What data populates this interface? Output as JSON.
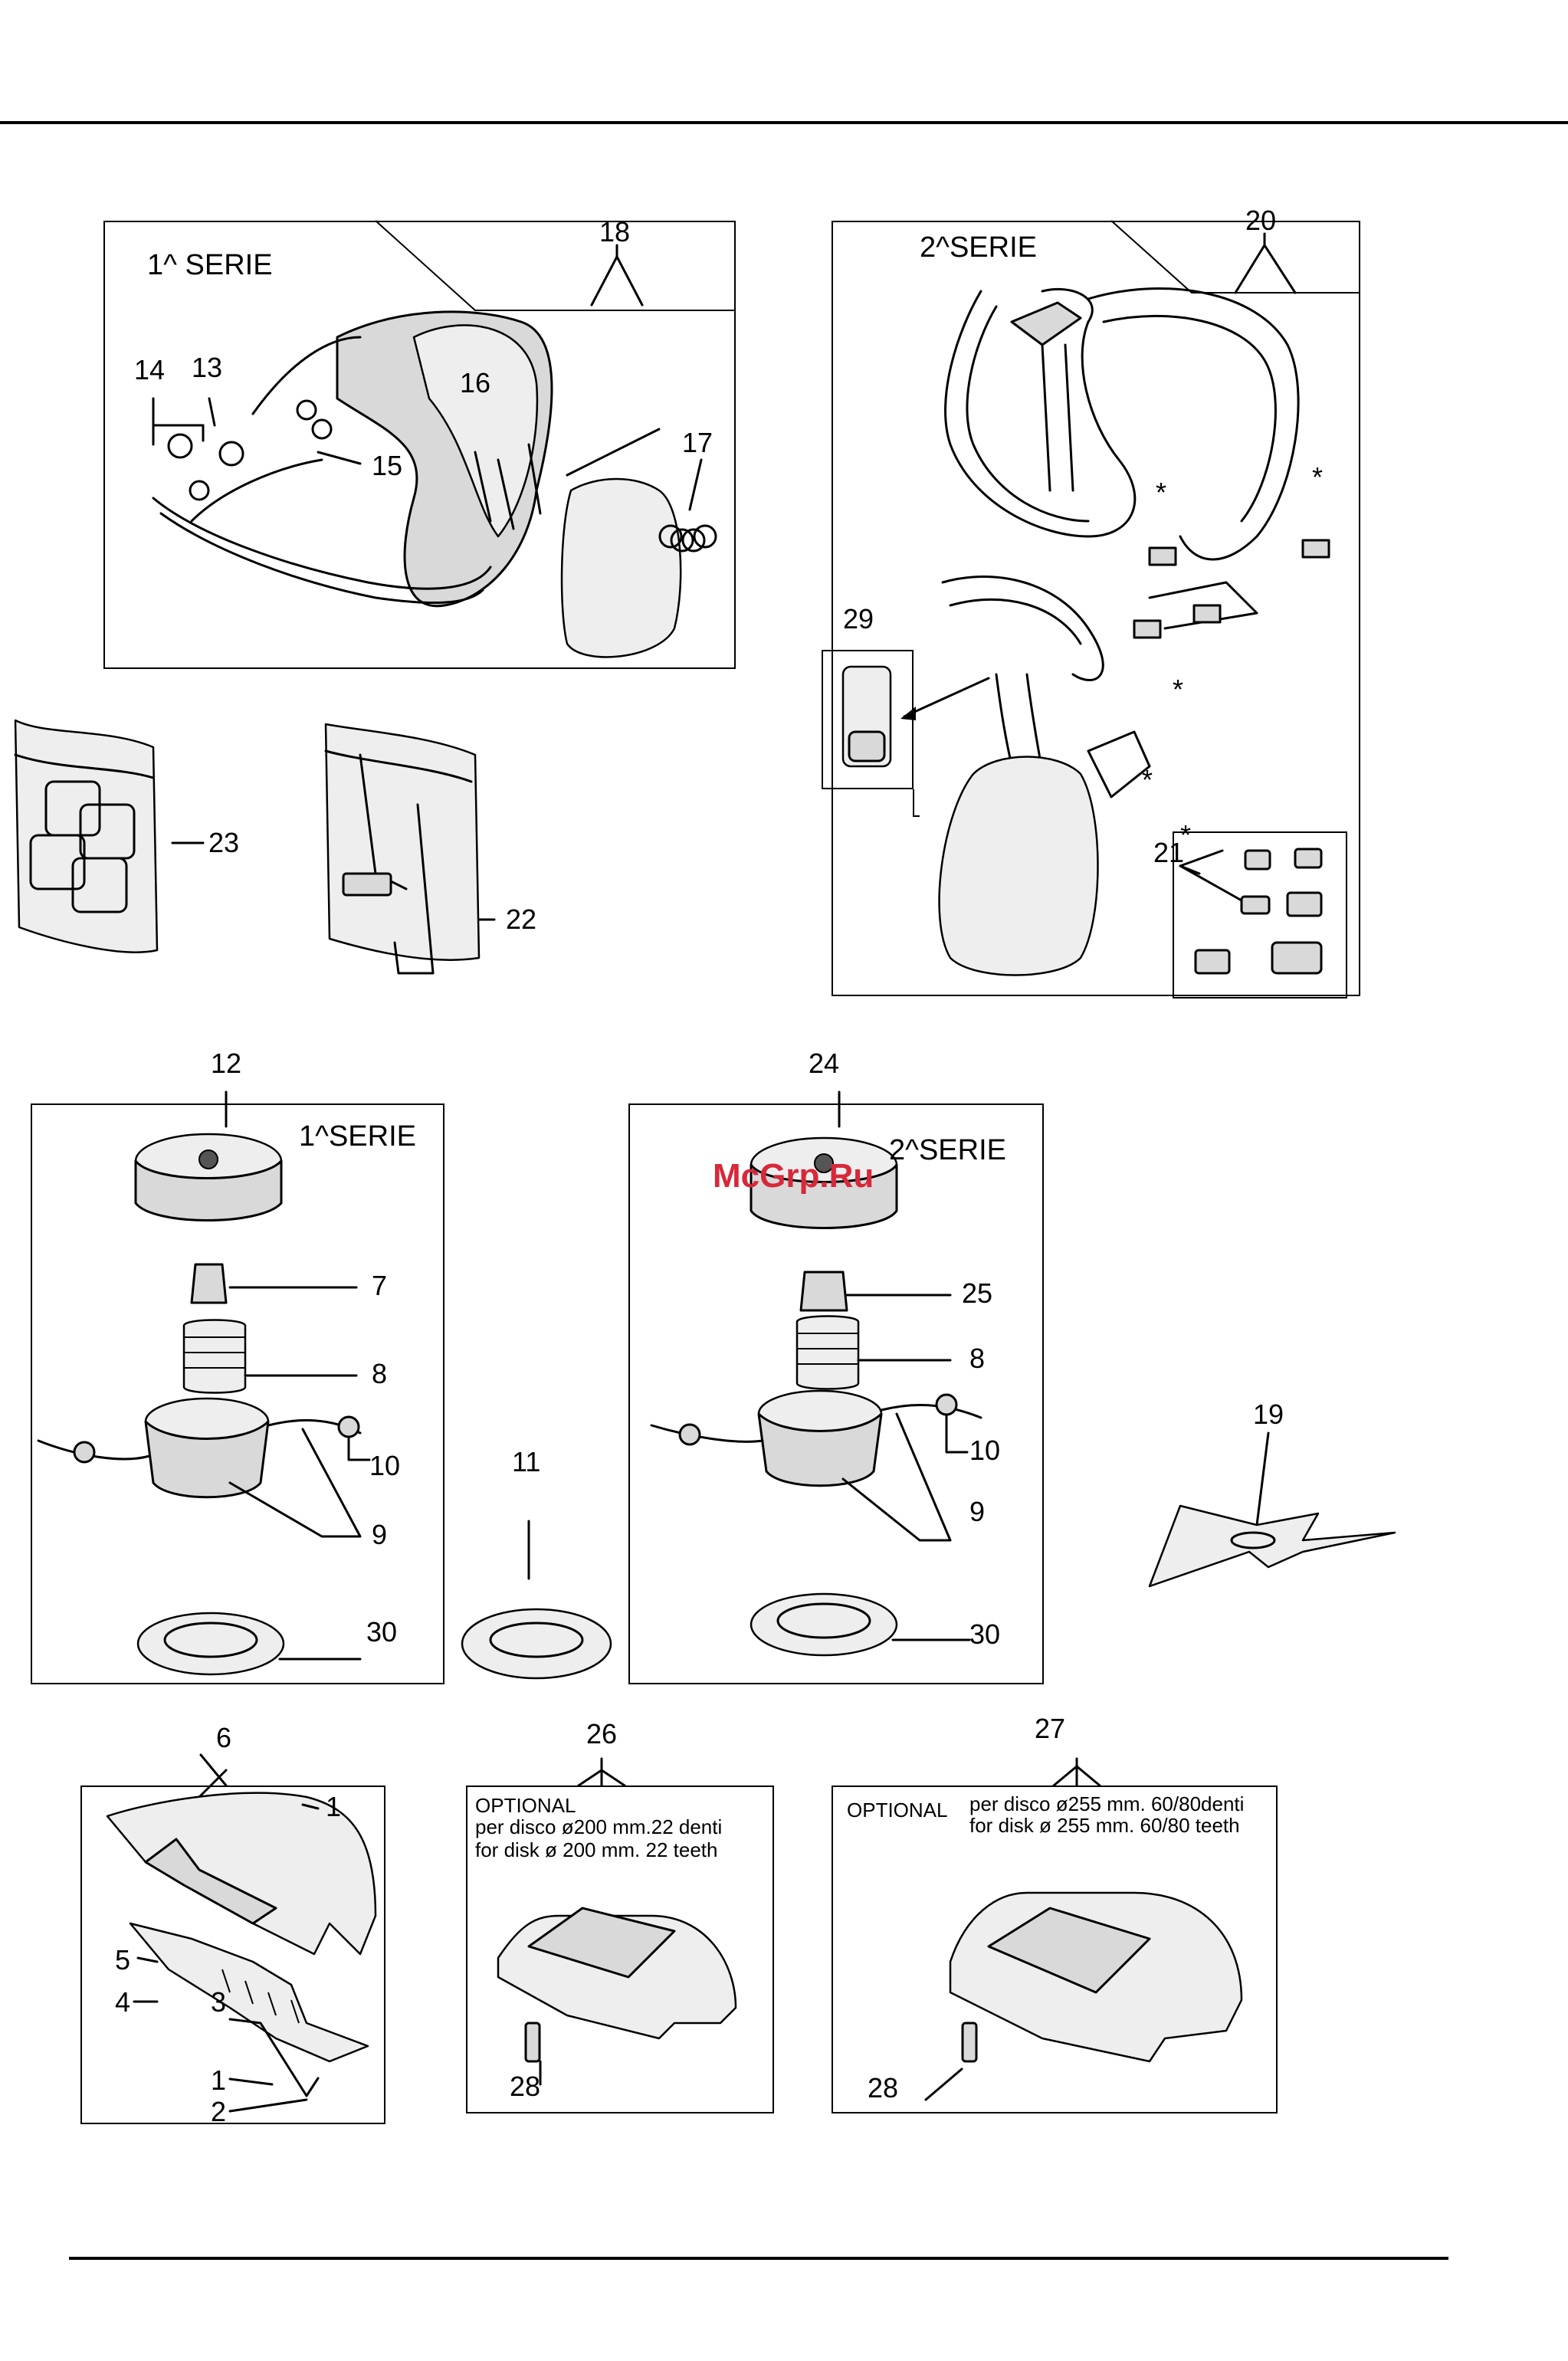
{
  "title": "",
  "watermark": "McGrp.Ru",
  "series": {
    "harness_1": "1^ SERIE",
    "harness_2": "2^SERIE",
    "head_1": "1^SERIE",
    "head_2": "2^SERIE"
  },
  "optional_26": {
    "heading": "OPTIONAL",
    "line1": "per disco ø200 mm.22 denti",
    "line2": "for disk ø 200 mm.  22 teeth"
  },
  "optional_27": {
    "heading": "OPTIONAL",
    "line1": "per disco ø255 mm. 60/80denti",
    "line2": "for disk ø 255 mm.   60/80 teeth"
  },
  "callouts": {
    "c18": "18",
    "c14": "14",
    "c13": "13",
    "c16": "16",
    "c15": "15",
    "c17": "17",
    "c20": "20",
    "c29": "29",
    "c21": "21",
    "c23": "23",
    "c22": "22",
    "c12": "12",
    "c7": "7",
    "c8a": "8",
    "c10a": "10",
    "c9a": "9",
    "c30a": "30",
    "c24": "24",
    "c25": "25",
    "c8b": "8",
    "c10b": "10",
    "c9b": "9",
    "c30b": "30",
    "c11": "11",
    "c19": "19",
    "c6": "6",
    "c1a": "1",
    "c5": "5",
    "c4": "4",
    "c3": "3",
    "c1b": "1",
    "c2": "2",
    "c26": "26",
    "c28a": "28",
    "c27": "27",
    "c28b": "28"
  },
  "asterisk": "*"
}
